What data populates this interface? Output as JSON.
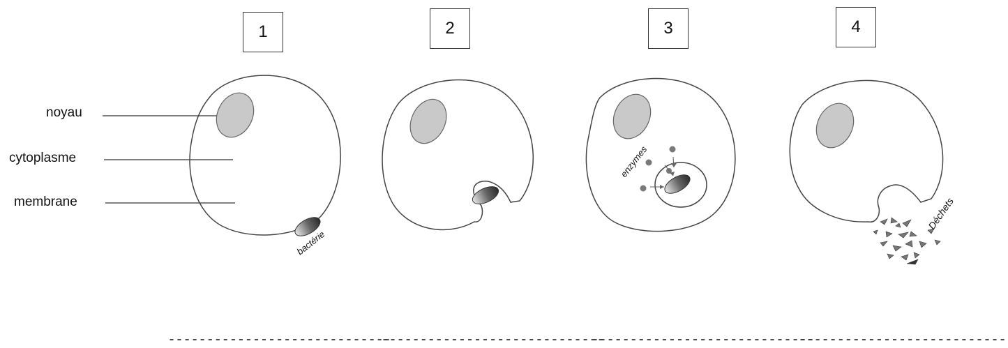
{
  "steps": [
    {
      "number": "1"
    },
    {
      "number": "2"
    },
    {
      "number": "3"
    },
    {
      "number": "4"
    }
  ],
  "labels": {
    "nucleus": "noyau",
    "cytoplasm": "cytoplasme",
    "membrane": "membrane",
    "bacteria": "bactérie",
    "enzymes": "enzymes",
    "waste": "Déchets"
  },
  "answer_blanks": [
    "-----------------------------",
    "-----------------------------",
    "-----------------------------",
    "-----------------------------"
  ]
}
